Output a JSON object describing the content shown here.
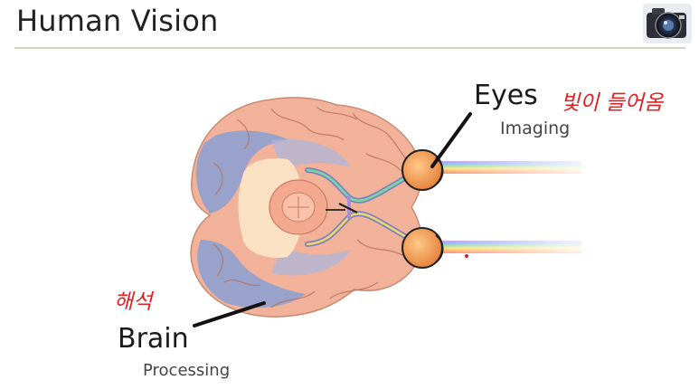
{
  "slide": {
    "title": "Human Vision"
  },
  "labels": {
    "eyes": "Eyes",
    "eyes_sub": "Imaging",
    "brain": "Brain",
    "brain_sub": "Processing"
  },
  "annotations": {
    "eyes_note": "빛이 들어옴",
    "brain_note": "해석"
  },
  "icons": {
    "logo": "camera-logo-icon"
  },
  "colors": {
    "brain_pink": "#f2b199",
    "brain_blue": "#8fa1cf",
    "eye_orange": "#f6a25c",
    "note_red": "#e02020"
  }
}
